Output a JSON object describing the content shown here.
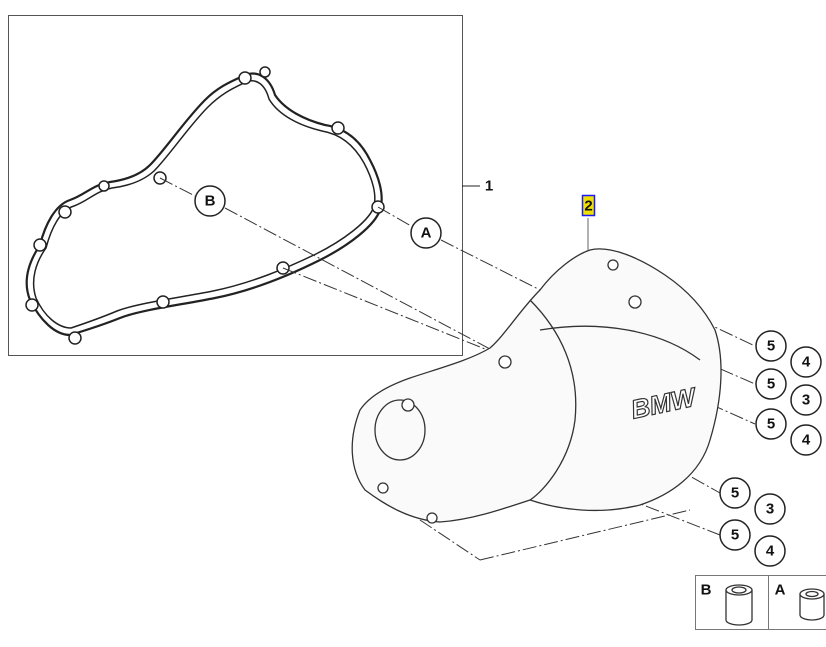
{
  "diagram": {
    "title": "Engine cover with gasket",
    "callouts": {
      "gasket_set": "1",
      "cover": "2"
    },
    "ref_circles": {
      "b": "B",
      "a": "A"
    },
    "fastener_callouts": [
      {
        "a": "5",
        "b": "4"
      },
      {
        "a": "5",
        "b": "3"
      },
      {
        "a": "5",
        "b": "4"
      },
      {
        "a": "5",
        "b": "3"
      },
      {
        "a": "5",
        "b": "4"
      }
    ],
    "sleeve_box": {
      "left_label": "B",
      "right_label": "A"
    },
    "logo_text": "BMW",
    "highlight_color": "#f0e000",
    "highlight_border": "#1a1aff"
  }
}
